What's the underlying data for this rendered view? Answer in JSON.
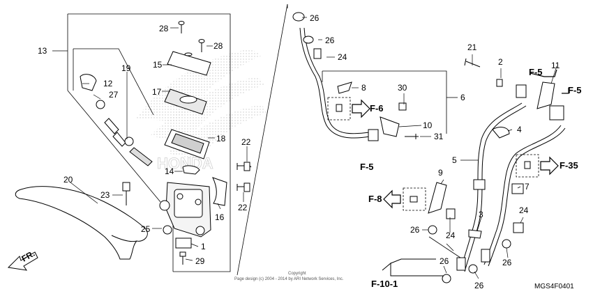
{
  "diagram_code": "MGS4F0401",
  "copyright": "Copyright",
  "copyright_line": "Page design (c) 2004 - 2014 by ARI Network Services, Inc.",
  "direction_label": "FR.",
  "callouts": {
    "c1": "1",
    "c2": "2",
    "c3": "3",
    "c4": "4",
    "c5": "5",
    "c6": "6",
    "c7": "7",
    "c8": "8",
    "c9": "9",
    "c10": "10",
    "c11": "11",
    "c12": "12",
    "c13": "13",
    "c14": "14",
    "c15": "15",
    "c16": "16",
    "c17": "17",
    "c18": "18",
    "c19": "19",
    "c20": "20",
    "c21": "21",
    "c22a": "22",
    "c22b": "22",
    "c23": "23",
    "c24a": "24",
    "c24b": "24",
    "c24c": "24",
    "c25": "25",
    "c26a": "26",
    "c26b": "26",
    "c26c": "26",
    "c26d": "26",
    "c26e": "26",
    "c26f": "26",
    "c27": "27",
    "c28a": "28",
    "c28b": "28",
    "c29": "29",
    "c30": "30",
    "c31": "31"
  },
  "refs": {
    "f6": "F-6",
    "f5a": "F-5",
    "f5b": "F-5",
    "f5c": "F-5",
    "f35": "F-35",
    "f8": "F-8",
    "f101": "F-10-1"
  }
}
